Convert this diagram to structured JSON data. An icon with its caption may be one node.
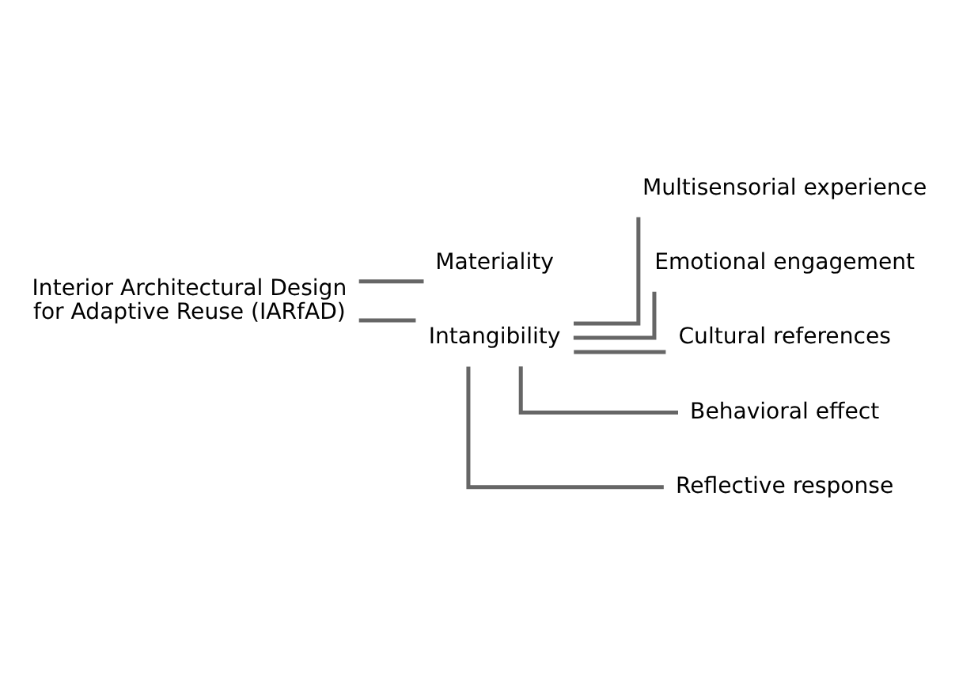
{
  "diagram": {
    "nodes": [
      {
        "text": [
          "Interior Architectural Design for Adaptive Reuse (IARfAD)"
        ]
      },
      {
        "text": [
          "Materiality"
        ]
      },
      {
        "text": [
          "Intangibility"
        ]
      },
      {
        "text": [
          "Multisensorial experience"
        ]
      },
      {
        "text": [
          "Emotional engagement"
        ]
      },
      {
        "text": [
          "Cultural references"
        ]
      },
      {
        "text": [
          "Behavioral effect"
        ]
      },
      {
        "text": [
          "Reflective response"
        ]
      }
    ],
    "edges": [
      {
        "from": 0,
        "to": 1,
        "arrow": "none"
      },
      {
        "from": 0,
        "to": 2,
        "arrow": "none"
      },
      {
        "from": 2,
        "to": 3,
        "arrow": "none"
      },
      {
        "from": 2,
        "to": 4,
        "arrow": "none"
      },
      {
        "from": 2,
        "to": 5,
        "arrow": "none"
      },
      {
        "from": 2,
        "to": 6,
        "arrow": "none"
      },
      {
        "from": 2,
        "to": 7,
        "arrow": "none"
      }
    ]
  }
}
